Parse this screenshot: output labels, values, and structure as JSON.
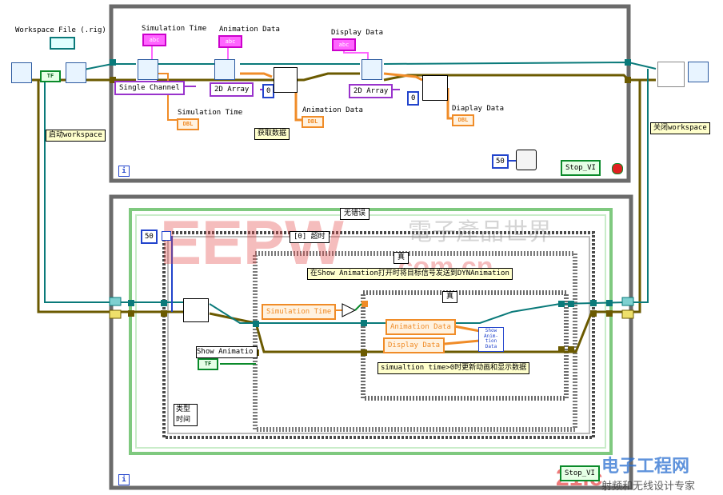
{
  "top_loop": {
    "controls": {
      "workspace_file": "Workspace File (.rig)",
      "simulation_time": "Simulation Time",
      "animation_data": "Animation Data",
      "display_data": "Display Data"
    },
    "constants": {
      "single_channel": "Single Channel",
      "array_2d_a": "2D Array",
      "array_2d_b": "2D Array",
      "zero_a": "0",
      "zero_b": "0",
      "wait_ms": "50"
    },
    "indicators": {
      "simulation_time": "Simulation Time",
      "animation_data": "Animation Data",
      "display_data": "Diaplay Data",
      "stop_vi": "Stop_VI"
    },
    "comments": {
      "start_workspace": "启动workspace",
      "get_data": "获取数据",
      "close_workspace": "关闭workspace"
    },
    "terminal_tags": {
      "string": "abc",
      "dbl": "DBL",
      "bool": "TF"
    }
  },
  "bottom_loop": {
    "case_outer": "无错误",
    "case_event": "[0] 超时",
    "case_true_a": "真",
    "case_true_b": "真",
    "timeout_const": "50",
    "comment_show_animation": "在Show Animation打开时将目标信号发送到DYNAnimation",
    "comment_update": "simualtion time>0时更新动画和显示数据",
    "show_animation_ctrl": "Show Animatio",
    "sim_time_local": "Simulation Time",
    "anim_data_local": "Animation Data",
    "display_data_local": "Display Data",
    "subvi_show": [
      "Show",
      "Anim-",
      "tion",
      "Data"
    ],
    "event_type": "类型",
    "event_time": "时间",
    "stop_vi": "Stop_VI"
  },
  "watermark": {
    "logo": "EEPW",
    "cn_name": "電子產品世界",
    "domain": ".com.cn",
    "site2": "21ic",
    "site2_cn": "电子工程网",
    "tagline": "射频和无线设计专家"
  },
  "colors": {
    "loop_border": "#6b6b6b",
    "string_wire": "#ff66ff",
    "dbl_wire": "#f08c28",
    "error_wire": "#6b5a00",
    "ref_wire": "#0a7a7a",
    "bool_wire": "#0a8a2a",
    "int_wire": "#2244cc",
    "array_wire": "#9933cc"
  }
}
